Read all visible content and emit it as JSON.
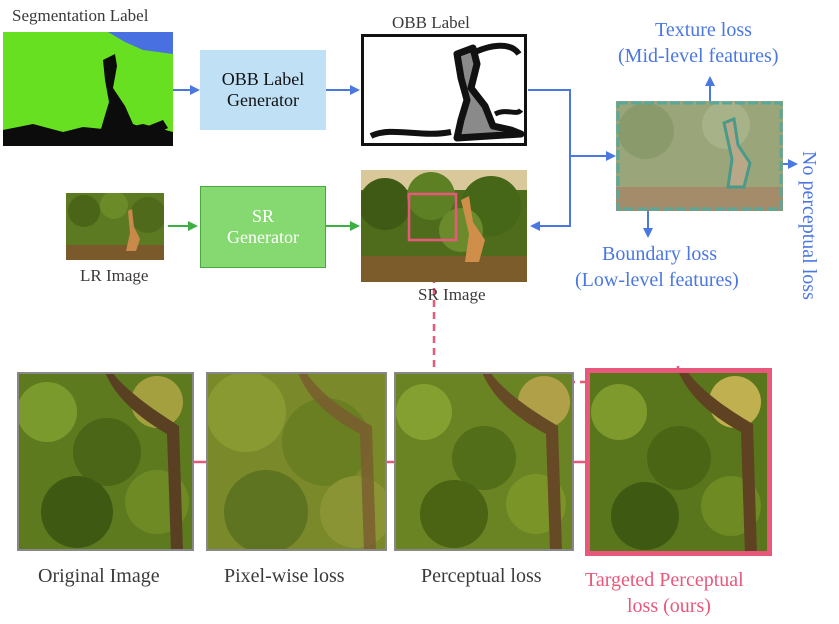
{
  "top": {
    "seg_label": "Segmentation Label",
    "obb_label": "OBB Label",
    "obb_gen_line1": "OBB Label",
    "obb_gen_line2": "Generator",
    "sr_gen_line1": "SR",
    "sr_gen_line2": "Generator",
    "lr_label": "LR  Image",
    "sr_label": "SR Image",
    "texture_line1": "Texture loss",
    "texture_line2": "(Mid-level features)",
    "boundary_line1": "Boundary loss",
    "boundary_line2": "(Low-level features)",
    "no_perceptual": "No perceptual loss"
  },
  "bottom": {
    "original": "Original Image",
    "pixel": "Pixel-wise loss",
    "perceptual": "Perceptual loss",
    "targeted_line1": "Targeted Perceptual",
    "targeted_line2": "loss (ours)"
  },
  "colors": {
    "arrow_blue": "#4a78e0",
    "arrow_green": "#3cb043",
    "highlight_pink": "#e8587a",
    "obb_gen_fill": "#bfe0f5",
    "sr_gen_fill": "#86d870"
  }
}
